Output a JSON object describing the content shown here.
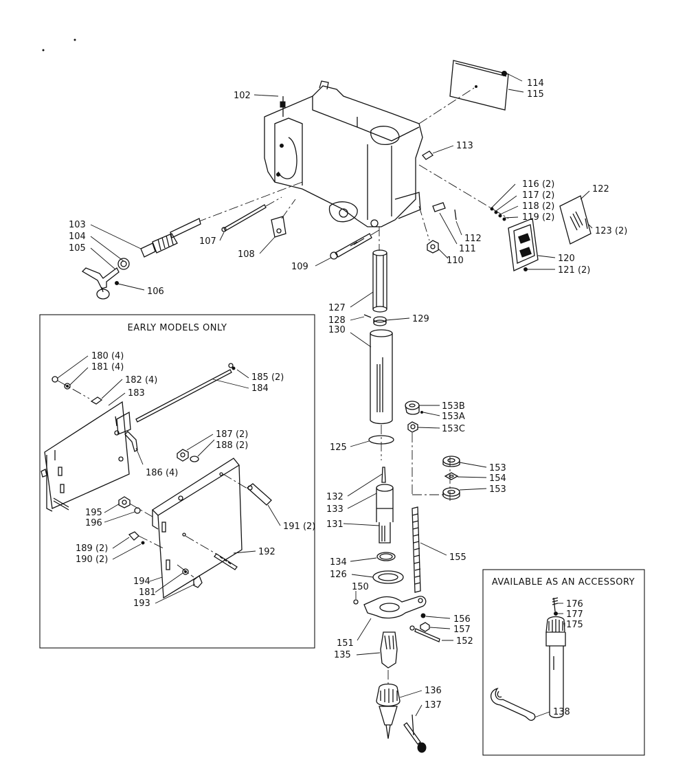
{
  "callouts": {
    "c102": "102",
    "c114": "114",
    "c115": "115",
    "c113": "113",
    "c116": "116 (2)",
    "c117": "117 (2)",
    "c118": "118 (2)",
    "c119": "119 (2)",
    "c122": "122",
    "c123": "123 (2)",
    "c103": "103",
    "c104": "104",
    "c105": "105",
    "c106": "106",
    "c107": "107",
    "c108": "108",
    "c109": "109",
    "c110": "110",
    "c111": "111",
    "c112": "112",
    "c120": "120",
    "c121": "121 (2)",
    "c127": "127",
    "c128": "128",
    "c129": "129",
    "c130": "130",
    "c153b": "153B",
    "c153a": "153A",
    "c153c": "153C",
    "c125": "125",
    "c153top": "153",
    "c154": "154",
    "c153bot": "153",
    "c132": "132",
    "c133": "133",
    "c131": "131",
    "c155": "155",
    "c134": "134",
    "c126": "126",
    "c150": "150",
    "c156": "156",
    "c157": "157",
    "c151": "151",
    "c152": "152",
    "c135": "135",
    "c136": "136",
    "c137": "137",
    "c180": "180 (4)",
    "c181a": "181 (4)",
    "c182": "182 (4)",
    "c183": "183",
    "c185": "185 (2)",
    "c184": "184",
    "c187": "187 (2)",
    "c188": "188 (2)",
    "c186": "186 (4)",
    "c195": "195",
    "c196": "196",
    "c191": "191 (2)",
    "c189": "189 (2)",
    "c190": "190 (2)",
    "c192": "192",
    "c194": "194",
    "c181b": "181",
    "c193": "193",
    "c176": "176",
    "c177": "177",
    "c175": "175",
    "c138": "138"
  },
  "early_models": {
    "title": "EARLY MODELS ONLY"
  },
  "accessory": {
    "title": "AVAILABLE AS AN ACCESSORY"
  },
  "colors": {
    "ink": "#111111",
    "paper": "#ffffff"
  }
}
